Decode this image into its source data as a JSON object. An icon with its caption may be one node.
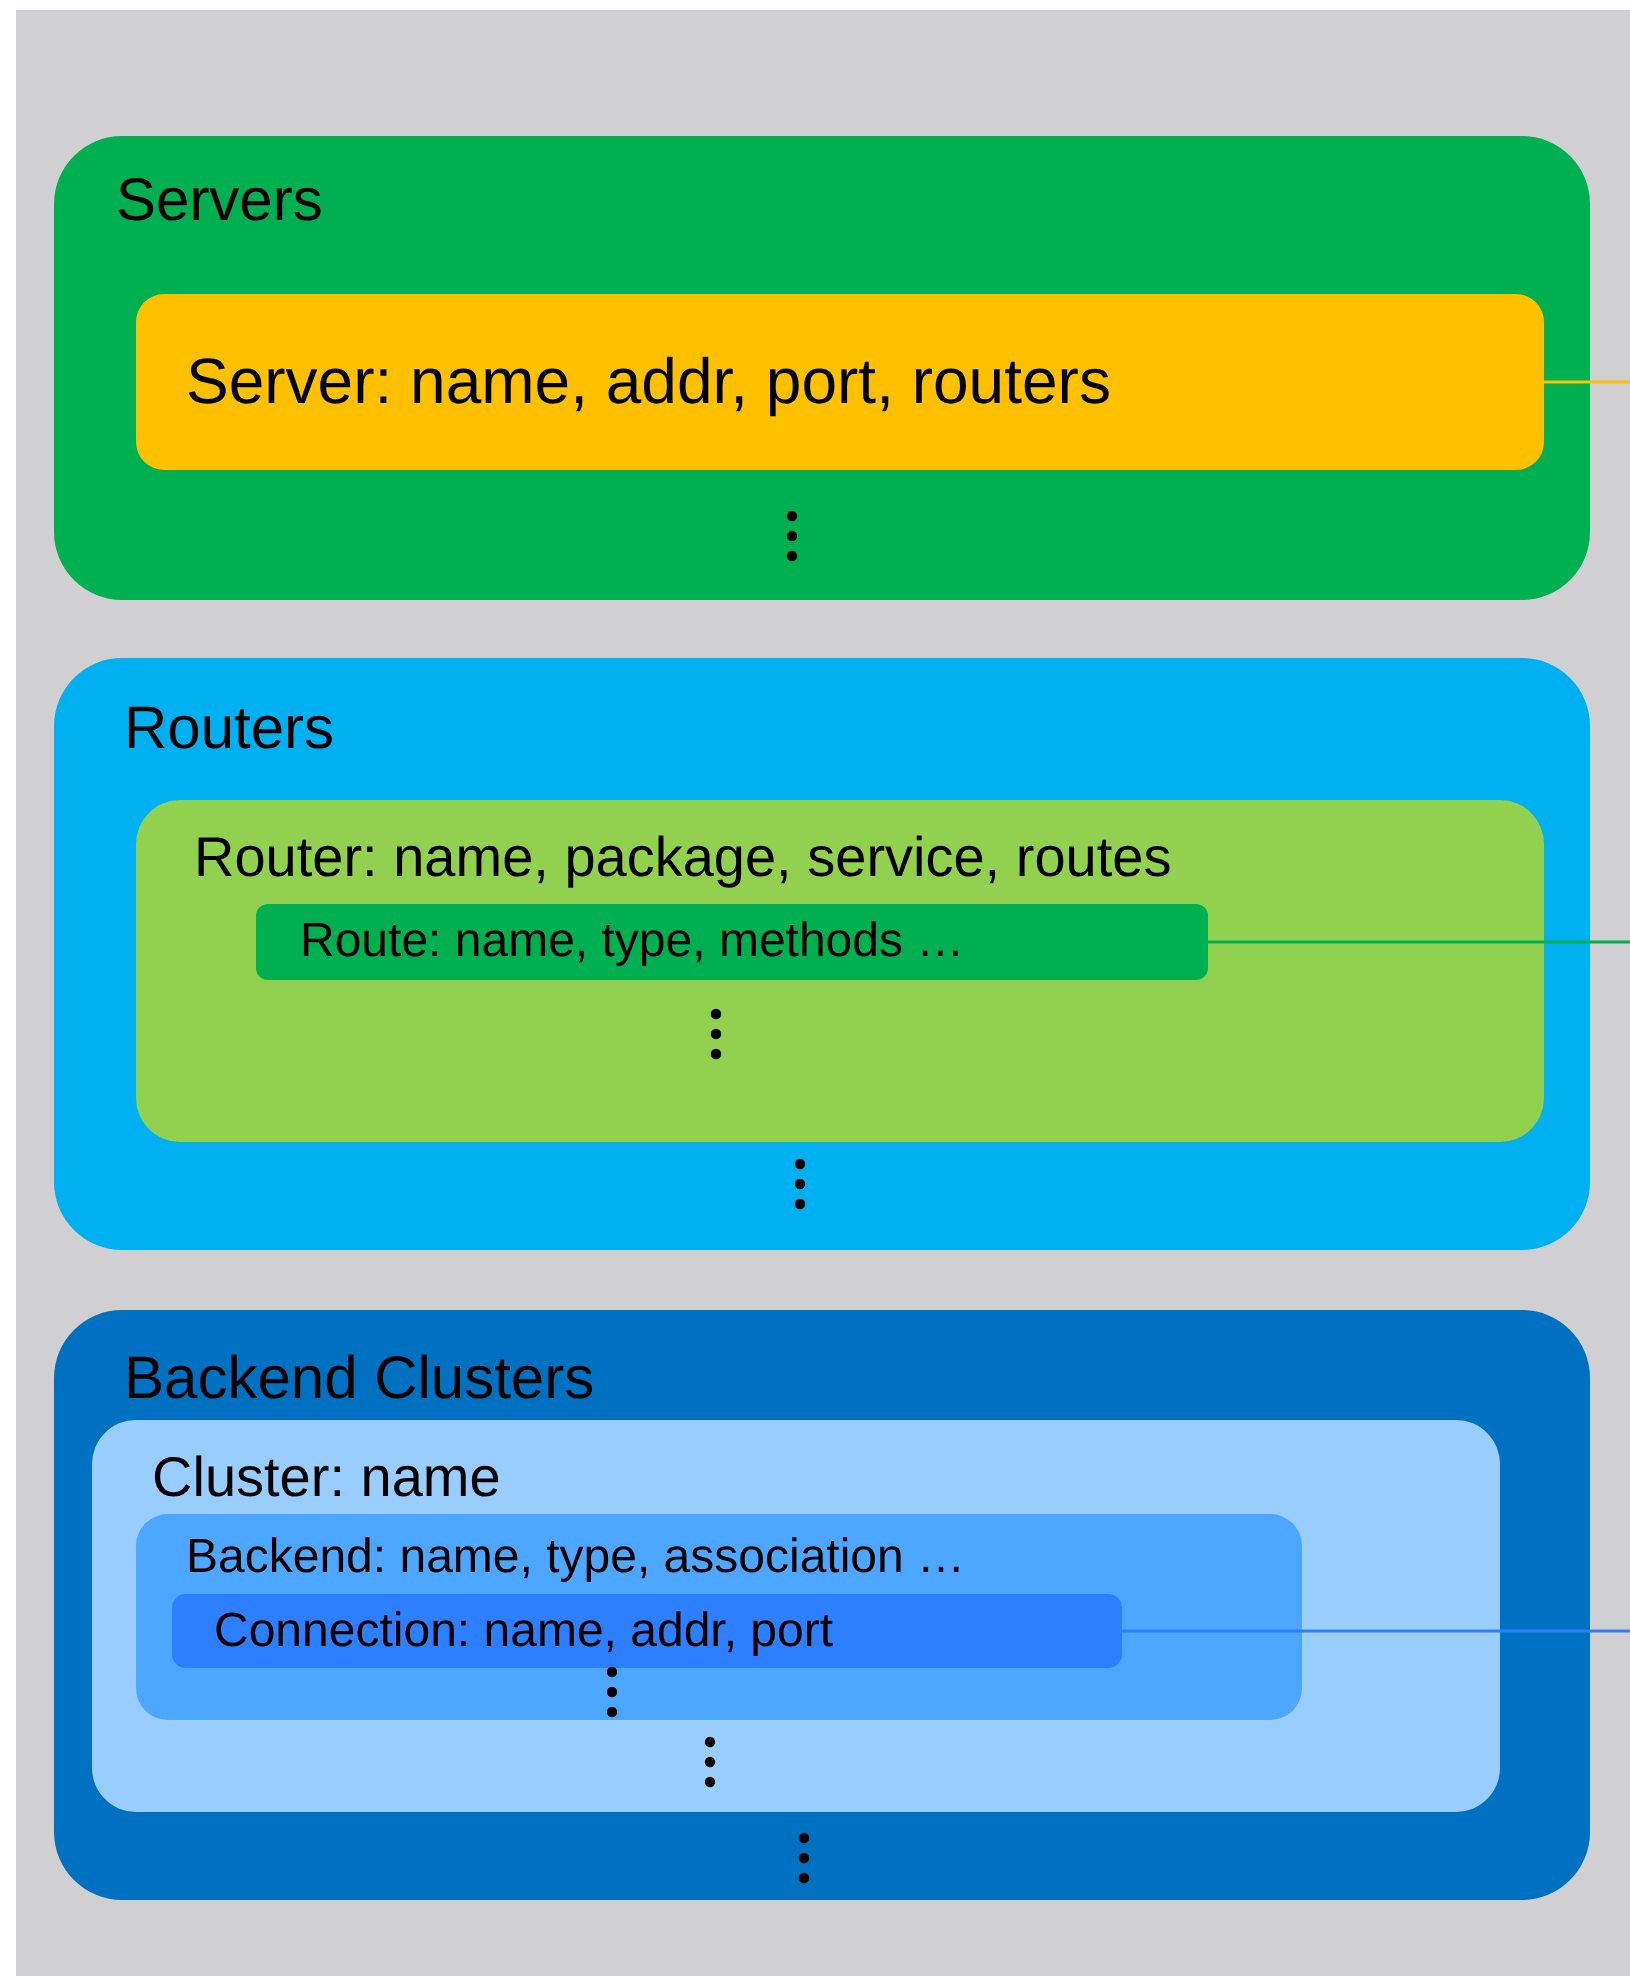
{
  "diagram": {
    "nodes": [
      {
        "text": [
          "Servers"
        ]
      },
      {
        "text": [
          "Server: name, addr, port, routers"
        ],
        "in": 0
      },
      {
        "text": [
          "Routers"
        ]
      },
      {
        "text": [
          "Router: name, package, service, routes"
        ],
        "in": 2
      },
      {
        "text": [
          "Route: name, type, methods …"
        ],
        "in": 3
      },
      {
        "text": [
          "Backend Clusters"
        ]
      },
      {
        "text": [
          "Cluster: name"
        ],
        "in": 5
      },
      {
        "text": [
          "Backend: name, type, association …"
        ],
        "in": 6
      },
      {
        "text": [
          "Connection: name, addr, port"
        ],
        "in": 7
      }
    ],
    "edges": [
      {
        "from": 1,
        "to": null,
        "arrow": "none",
        "color": "#ffc000"
      },
      {
        "from": 4,
        "to": null,
        "arrow": "none",
        "color": "#00b050"
      },
      {
        "from": 8,
        "to": null,
        "arrow": "none",
        "color": "#2e7fff"
      }
    ]
  }
}
